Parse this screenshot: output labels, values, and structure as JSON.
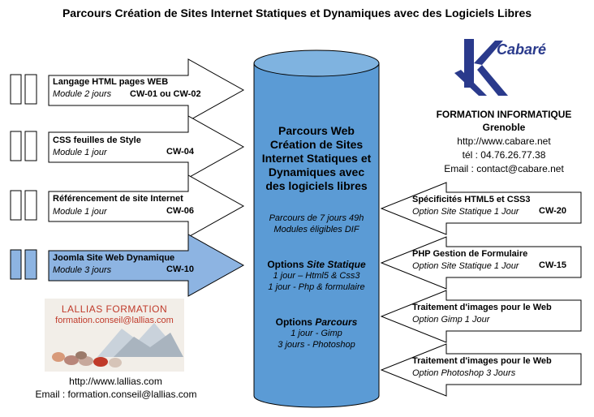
{
  "title": "Parcours Création de Sites Internet Statiques et Dynamiques avec des Logiciels Libres",
  "colors": {
    "cylinder": "#5b9bd5",
    "cylinder_top": "#7fb3e0",
    "arrow_highlight": "#8db4e2",
    "outline": "#000000"
  },
  "left_modules": [
    {
      "title": "Langage HTML pages WEB",
      "subtitle": "Module 2 jours",
      "code": "CW-01 ou CW-02"
    },
    {
      "title": "CSS feuilles de Style",
      "subtitle": "Module 1 jour",
      "code": "CW-04"
    },
    {
      "title": "Référencement de site Internet",
      "subtitle": "Module 1 jour",
      "code": "CW-06"
    },
    {
      "title": "Joomla Site Web Dynamique",
      "subtitle": "Module 3 jours",
      "code": "CW-10"
    }
  ],
  "right_modules": [
    {
      "title": "Spécificités HTML5 et CSS3",
      "subtitle": "Option Site Statique 1 Jour",
      "code": "CW-20"
    },
    {
      "title": "PHP Gestion de Formulaire",
      "subtitle": "Option Site Statique 1 Jour",
      "code": "CW-15"
    },
    {
      "title": "Traitement d'images pour le Web",
      "subtitle": "Option Gimp 1 Jour",
      "code": ""
    },
    {
      "title": "Traitement d'images pour le Web",
      "subtitle": "Option Photoshop 3 Jours",
      "code": ""
    }
  ],
  "cylinder": {
    "heading": "Parcours Web Création de Sites Internet Statiques et Dynamiques avec des logiciels libres",
    "duration": "Parcours de 7 jours 49h",
    "dif": "Modules éligibles DIF",
    "static_label": "Options",
    "static_em": "Site Statique",
    "static_1": "1 jour – Html5 & Css3",
    "static_2": "1 jour  - Php & formulaire",
    "parcours_label": "Options",
    "parcours_em": "Parcours",
    "parcours_1": "1 jour - Gimp",
    "parcours_2": "3 jours  - Photoshop"
  },
  "cabare": {
    "logo_text": "Cabaré",
    "heading": "FORMATION INFORMATIQUE",
    "city": "Grenoble",
    "url": "http://www.cabare.net",
    "phone": "tél : 04.76.26.77.38",
    "email": "Email :  contact@cabare.net"
  },
  "lallias": {
    "logo_title": "LALLIAS FORMATION",
    "logo_email": "formation.conseil@lallias.com",
    "url": "http://www.lallias.com",
    "email": "Email :  formation.conseil@lallias.com"
  }
}
